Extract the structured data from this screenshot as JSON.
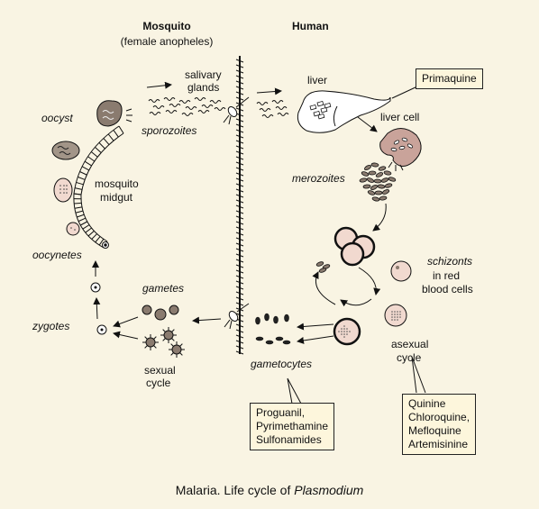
{
  "headers": {
    "mosquito": "Mosquito",
    "mosquito_sub": "(female anopheles)",
    "human": "Human"
  },
  "labels": {
    "salivary_line1": "salivary",
    "salivary_line2": "glands",
    "sporozoites": "sporozoites",
    "oocyst": "oocyst",
    "mosquito_midgut_line1": "mosquito",
    "mosquito_midgut_line2": "midgut",
    "oocynetes": "oocynetes",
    "zygotes": "zygotes",
    "gametes": "gametes",
    "sexual_cycle_line1": "sexual",
    "sexual_cycle_line2": "cycle",
    "liver": "liver",
    "liver_cell": "liver cell",
    "merozoites": "merozoites",
    "schizonts_line1": "schizonts",
    "schizonts_line2": "in red",
    "schizonts_line3": "blood cells",
    "asexual_cycle_line1": "asexual",
    "asexual_cycle_line2": "cycle",
    "gametocytes": "gametocytes"
  },
  "drug_boxes": {
    "primaquine": [
      "Primaquine"
    ],
    "gametocyte_drugs": [
      "Proguanil,",
      "Pyrimethamine",
      "Sulfonamides"
    ],
    "schizont_drugs": [
      "Quinine",
      "Chloroquine,",
      "Mefloquine",
      "Artemisinine"
    ]
  },
  "caption": {
    "prefix": "Malaria. Life cycle of ",
    "species": "Plasmodium"
  },
  "colors": {
    "background": "#f9f4e3",
    "box_fill": "#fdf6dc",
    "cell_fill": "#f1d9cf",
    "liver_cell_fill": "#c9a39a",
    "parasite_dark": "#7f776f",
    "ink": "#111111"
  }
}
